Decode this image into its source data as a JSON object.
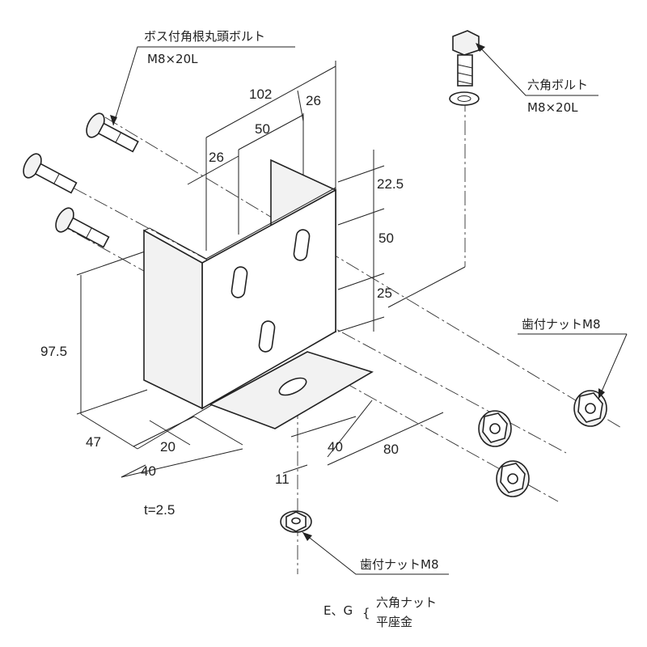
{
  "callouts": {
    "boss_bolt_name": "ボス付角根丸頭ボルト",
    "boss_bolt_size": "M8×20L",
    "hex_bolt_name": "六角ボルト",
    "hex_bolt_size": "M8×20L",
    "flange_nut_side": "歯付ナットM8",
    "flange_nut_bottom": "歯付ナットM8",
    "option_prefix": "E、G",
    "option_line1": "六角ナット",
    "option_line2": "平座金"
  },
  "dimensions": {
    "total_width": "102",
    "right_offset": "26",
    "middle_span": "50",
    "left_offset": "26",
    "top_gap": "22.5",
    "slot_pitch": "50",
    "bottom_gap": "25",
    "height": "97.5",
    "depth": "47",
    "foot_20": "20",
    "foot_40_left": "40",
    "foot_40_right": "40",
    "foot_80": "80",
    "hole": "11"
  },
  "thickness": "t=2.5",
  "colors": {
    "line": "#222222",
    "fill": "#f2f2f2"
  }
}
